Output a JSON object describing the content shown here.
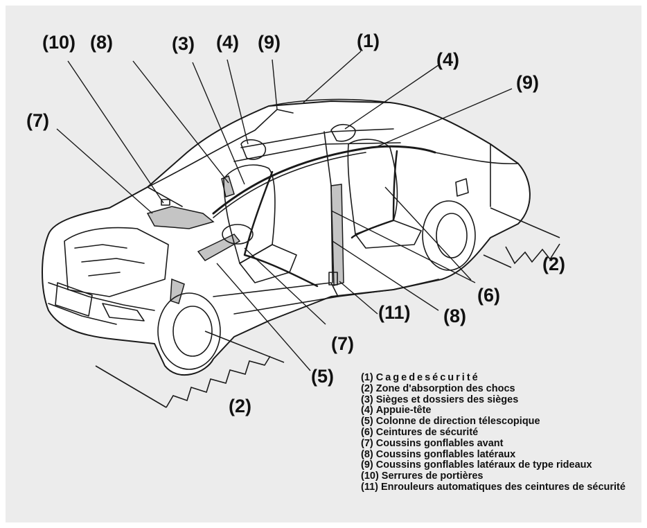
{
  "callouts": [
    {
      "id": "c10",
      "label": "(10)"
    },
    {
      "id": "c8a",
      "label": "(8)"
    },
    {
      "id": "c3",
      "label": "(3)"
    },
    {
      "id": "c4a",
      "label": "(4)"
    },
    {
      "id": "c9a",
      "label": "(9)"
    },
    {
      "id": "c1",
      "label": "(1)"
    },
    {
      "id": "c4b",
      "label": "(4)"
    },
    {
      "id": "c9b",
      "label": "(9)"
    },
    {
      "id": "c7a",
      "label": "(7)"
    },
    {
      "id": "c2a",
      "label": "(2)"
    },
    {
      "id": "c6",
      "label": "(6)"
    },
    {
      "id": "c11",
      "label": "(11)"
    },
    {
      "id": "c8b",
      "label": "(8)"
    },
    {
      "id": "c7b",
      "label": "(7)"
    },
    {
      "id": "c5",
      "label": "(5)"
    },
    {
      "id": "c2b",
      "label": "(2)"
    }
  ],
  "legend": [
    {
      "num": "(1)",
      "text": "Cagedesécurité"
    },
    {
      "num": "(2)",
      "text": "Zone d'absorption des chocs"
    },
    {
      "num": "(3)",
      "text": "Sièges et dossiers des sièges"
    },
    {
      "num": "(4)",
      "text": "Appuie-tête"
    },
    {
      "num": "(5)",
      "text": "Colonne de direction télescopique"
    },
    {
      "num": "(6)",
      "text": "Ceintures de sécurité"
    },
    {
      "num": "(7)",
      "text": "Coussins gonflables avant"
    },
    {
      "num": "(8)",
      "text": "Coussins gonflables latéraux"
    },
    {
      "num": "(9)",
      "text": "Coussins gonflables latéraux de type rideaux"
    },
    {
      "num": "(10)",
      "text": "Serrures de portières"
    },
    {
      "num": "(11)",
      "text": "Enrouleurs automatiques des ceintures de sécurité"
    }
  ],
  "colors": {
    "panel": "#ececec",
    "line": "#1a1a1a",
    "car_fill": "#ffffff",
    "shade": "#bdbdbd"
  }
}
